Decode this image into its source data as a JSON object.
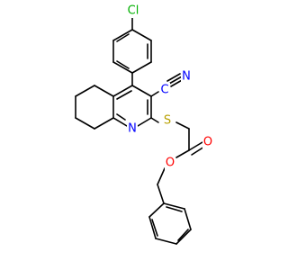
{
  "molecule": {
    "atom_labels": {
      "chlorine": "Cl",
      "nitrogen_nitrile": "N",
      "carbon_nitrile": "C",
      "nitrogen_ring": "N",
      "sulfur": "S",
      "oxygen_carbonyl": "O",
      "oxygen_ester": "O"
    },
    "colors": {
      "chlorine": "#00b000",
      "nitrogen": "#0000ff",
      "carbon": "#000000",
      "sulfur": "#b8a000",
      "oxygen": "#ff0000",
      "bond": "#000000"
    }
  }
}
